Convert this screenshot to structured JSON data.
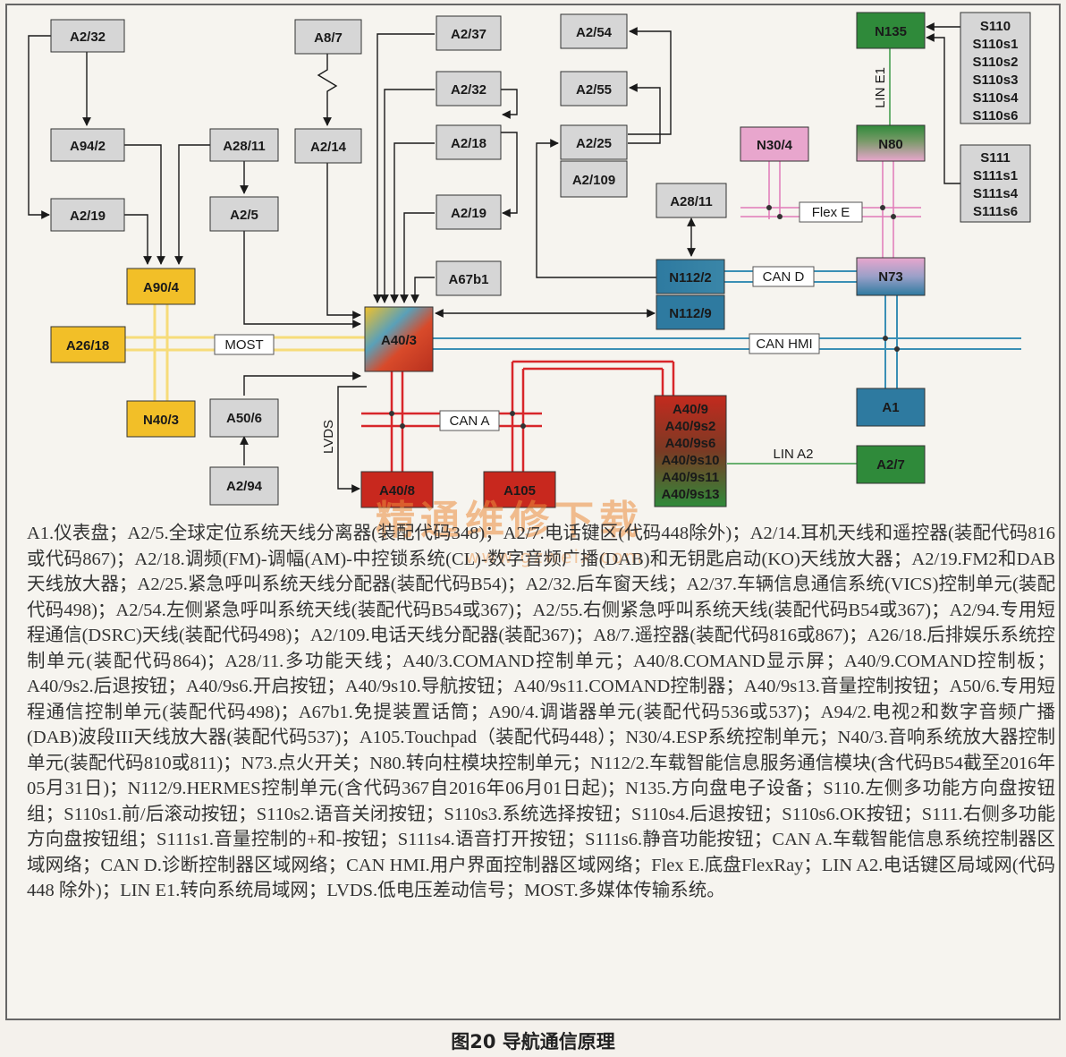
{
  "colors": {
    "gray_box": "#d6d6d6",
    "yellow": "#f2bf28",
    "blue": "#2e7aa0",
    "red": "#c8281e",
    "green": "#2f8a3a",
    "pink": "#e8a6cd",
    "most_bus": "#f7e08a",
    "can_a_bus": "#d8262a",
    "can_hmi_bus": "#3a8fb5",
    "flex_e_bus": "#e06ab0"
  },
  "nodes": {
    "a2_32_left": "A2/32",
    "a94_2": "A94/2",
    "a2_19_left": "A2/19",
    "a28_11_left": "A28/11",
    "a2_5": "A2/5",
    "a90_4": "A90/4",
    "a26_18": "A26/18",
    "n40_3": "N40/3",
    "a50_6": "A50/6",
    "a2_94": "A2/94",
    "a8_7": "A8/7",
    "a2_14": "A2/14",
    "a2_37": "A2/37",
    "a2_32_mid": "A2/32",
    "a2_18": "A2/18",
    "a2_19_mid": "A2/19",
    "a67b1": "A67b1",
    "a40_3": "A40/3",
    "a40_8": "A40/8",
    "a105": "A105",
    "a40_9_lines": [
      "A40/9",
      "A40/9s2",
      "A40/9s6",
      "A40/9s10",
      "A40/9s11",
      "A40/9s13"
    ],
    "a2_54": "A2/54",
    "a2_55": "A2/55",
    "a2_25": "A2/25",
    "a2_109": "A2/109",
    "a28_11_right": "A28/11",
    "n112_2": "N112/2",
    "n112_9": "N112/9",
    "n30_4": "N30/4",
    "n135": "N135",
    "n80": "N80",
    "n73": "N73",
    "a1": "A1",
    "a2_7": "A2/7",
    "s110_lines": [
      "S110",
      "S110s1",
      "S110s2",
      "S110s3",
      "S110s4",
      "S110s6"
    ],
    "s111_lines": [
      "S111",
      "S111s1",
      "S111s4",
      "S111s6"
    ]
  },
  "buses": {
    "most": "MOST",
    "can_a": "CAN A",
    "can_hmi": "CAN HMI",
    "can_d": "CAN D",
    "flex_e": "Flex E",
    "lin_a2": "LIN A2",
    "lin_e1": "LIN E1",
    "lvds": "LVDS"
  },
  "legend_text": "A1.仪表盘；A2/5.全球定位系统天线分离器(装配代码348)；A2/7.电话键区(代码448除外)；A2/14.耳机天线和遥控器(装配代码816或代码867)；A2/18.调频(FM)-调幅(AM)-中控锁系统(CL)-数字音频广播(DAB)和无钥匙启动(KO)天线放大器；A2/19.FM2和DAB天线放大器；A2/25.紧急呼叫系统天线分配器(装配代码B54)；A2/32.后车窗天线；A2/37.车辆信息通信系统(VICS)控制单元(装配代码498)；A2/54.左侧紧急呼叫系统天线(装配代码B54或367)；A2/55.右侧紧急呼叫系统天线(装配代码B54或367)；A2/94.专用短程通信(DSRC)天线(装配代码498)；A2/109.电话天线分配器(装配367)；A8/7.遥控器(装配代码816或867)；A26/18.后排娱乐系统控制单元(装配代码864)；A28/11.多功能天线；A40/3.COMAND控制单元；A40/8.COMAND显示屏；A40/9.COMAND控制板；A40/9s2.后退按钮；A40/9s6.开启按钮；A40/9s10.导航按钮；A40/9s11.COMAND控制器；A40/9s13.音量控制按钮；A50/6.专用短程通信控制单元(装配代码498)；A67b1.免提装置话筒；A90/4.调谐器单元(装配代码536或537)；A94/2.电视2和数字音频广播(DAB)波段III天线放大器(装配代码537)；A105.Touchpad（装配代码448）；N30/4.ESP系统控制单元；N40/3.音响系统放大器控制单元(装配代码810或811)；N73.点火开关；N80.转向柱模块控制单元；N112/2.车载智能信息服务通信模块(含代码B54截至2016年05月31日)；N112/9.HERMES控制单元(含代码367自2016年06月01日起)；N135.方向盘电子设备；S110.左侧多功能方向盘按钮组；S110s1.前/后滚动按钮；S110s2.语音关闭按钮；S110s3.系统选择按钮；S110s4.后退按钮；S110s6.OK按钮；S111.右侧多功能方向盘按钮组；S111s1.音量控制的+和-按钮；S111s4.语音打开按钮；S111s6.静音功能按钮；CAN A.车载智能信息系统控制器区域网络；CAN D.诊断控制器区域网络；CAN HMI.用户界面控制器区域网络；Flex E.底盘FlexRay；LIN A2.电话键区局域网(代码448 除外)；LIN E1.转向系统局域网；LVDS.低电压差动信号；MOST.多媒体传输系统。",
  "caption": "图20 导航通信原理",
  "watermark": "精通维修下载",
  "watermark_url": "www.gzweix.com"
}
